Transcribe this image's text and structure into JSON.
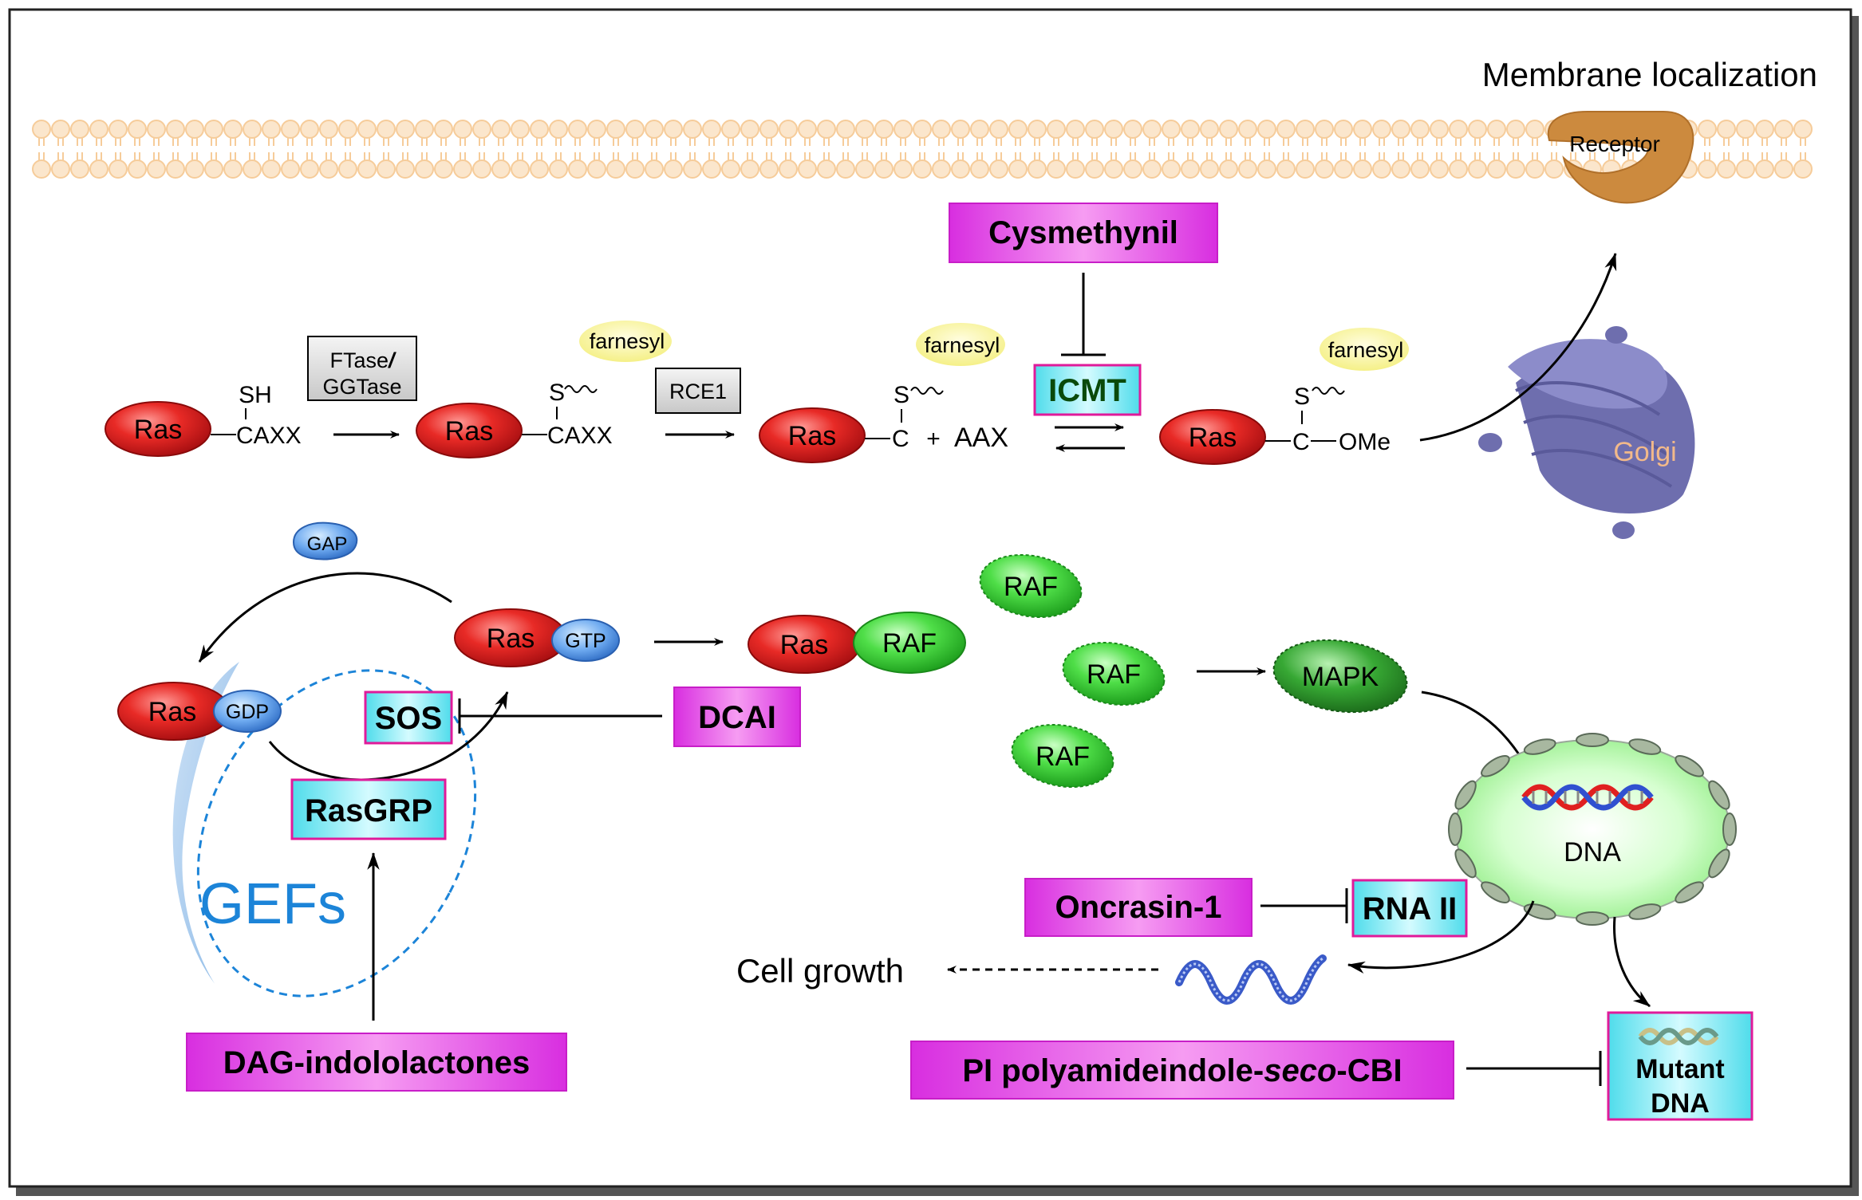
{
  "membrane": {
    "title": "Membrane localization",
    "receptor": "Receptor"
  },
  "processing": {
    "ras": "Ras",
    "sh": "SH",
    "s": "S",
    "caax": "CAXX",
    "c": "C",
    "plus": "+",
    "aax": "AAX",
    "ome": "OMe",
    "farnesyl": "farnesyl",
    "ftase_line1": "FTase",
    "ftase_slash": "/",
    "ftase_line2": "GGTase",
    "rce1": "RCE1",
    "icmt": "ICMT",
    "golgi": "Golgi"
  },
  "inhibitors": {
    "cysmethynil": "Cysmethynil",
    "dcai": "DCAI",
    "dag": "DAG-indololactones",
    "oncrasin": "Oncrasin-1",
    "pi_part1": "PI polyamideindole-",
    "pi_part2": "seco",
    "pi_part3": "-CBI"
  },
  "cycle": {
    "gap": "GAP",
    "ras": "Ras",
    "gtp": "GTP",
    "gdp": "GDP",
    "sos": "SOS",
    "rasgrp": "RasGRP",
    "gefs": "GEFs"
  },
  "pathway": {
    "raf": "RAF",
    "mapk": "MAPK",
    "dna": "DNA",
    "rna2": "RNA II",
    "cell_growth": "Cell growth",
    "mutant_line1": "Mutant",
    "mutant_line2": "DNA"
  },
  "colors": {
    "ras_red": "#e0191f",
    "raf_green": "#3fd43a",
    "mapk_green": "#2aa42a",
    "blue_protein": "#4a8fdf",
    "drug_magenta": "#ea3ee2",
    "enzyme_cyan": "#66e8f4",
    "golgi": "#7474b8",
    "receptor": "#cc8a3e",
    "lipid": "#f6cc9a",
    "gefs_blue": "#1c84d8"
  }
}
